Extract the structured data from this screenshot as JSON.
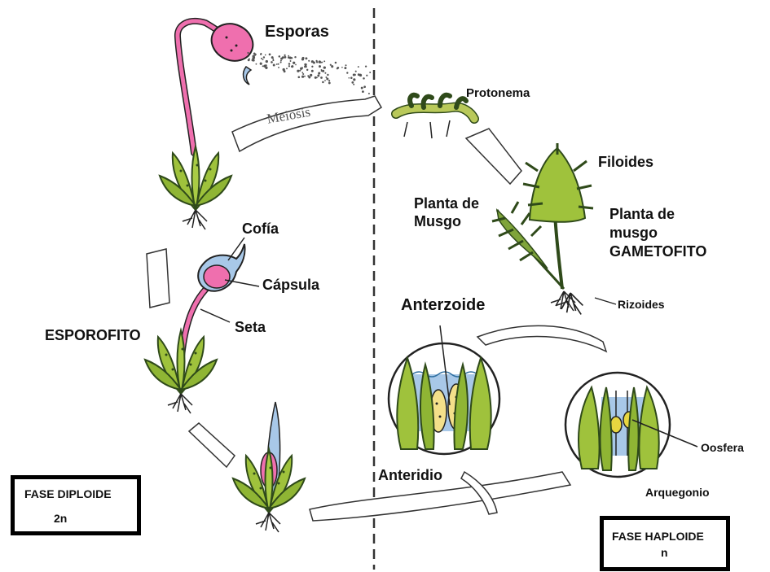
{
  "labels": {
    "esporas": "Esporas",
    "meiosis": "Meiosis",
    "protonema": "Protonema",
    "filoides": "Filoides",
    "planta_musgo_left_1": "Planta de",
    "planta_musgo_left_2": "Musgo",
    "planta_musgo_right_1": "Planta de",
    "planta_musgo_right_2": "musgo",
    "gametofito": "GAMETOFITO",
    "cofia": "Cofía",
    "capsula": "Cápsula",
    "seta": "Seta",
    "esporofito": "ESPOROFITO",
    "rizoides": "Rizoides",
    "anterzoide": "Anterzoide",
    "anteridio": "Anteridio",
    "oosfera": "Oosfera",
    "arquegonio": "Arquegonio"
  },
  "phases": {
    "diploid": {
      "title": "FASE DIPLOIDE",
      "ploidy": "2n"
    },
    "haploid": {
      "title": "FASE HAPLOIDE",
      "ploidy": "n"
    }
  },
  "colors": {
    "leaf_green": "#9fc23c",
    "leaf_dark": "#2f4a1a",
    "capsule_pink": "#ef6fae",
    "cap_blue": "#a8c8e8",
    "protonema_green": "#b9c95a"
  }
}
